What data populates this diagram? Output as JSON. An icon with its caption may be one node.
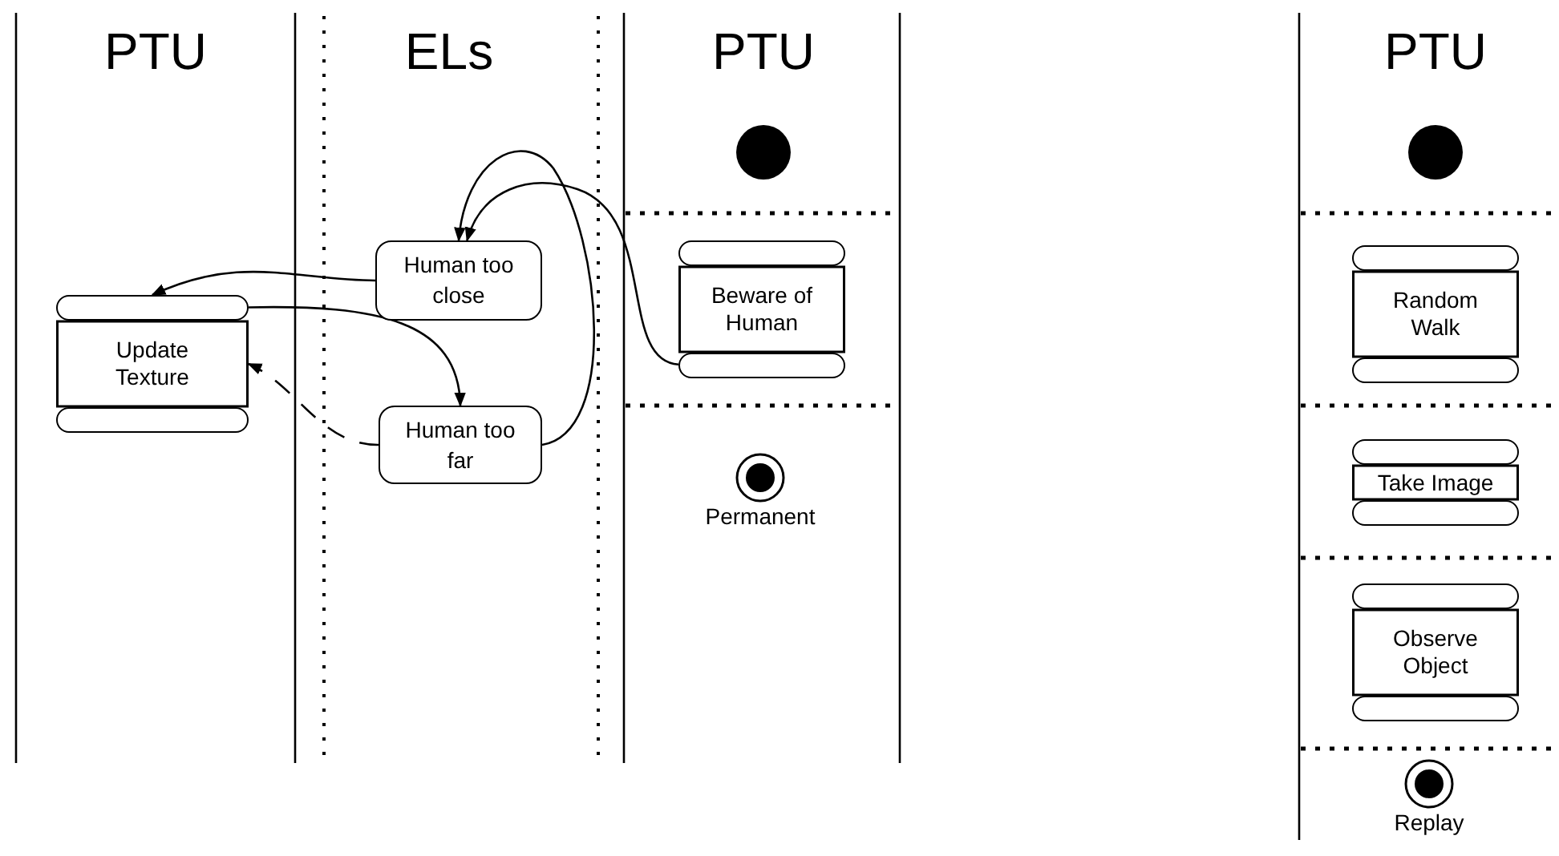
{
  "diagram": {
    "nodes": [
      {
        "text": [
          "Update Texture"
        ]
      },
      {
        "text": [
          "Human too close"
        ]
      },
      {
        "text": [
          "Human too far"
        ]
      },
      {
        "text": [],
        "shape": "circle"
      },
      {
        "text": [
          "Beware of Human"
        ]
      },
      {
        "text": [],
        "shape": "circle",
        "beside": [
          "Permanent"
        ]
      },
      {
        "text": [],
        "shape": "circle"
      },
      {
        "text": [
          "Random Walk"
        ]
      },
      {
        "text": [
          "Take Image"
        ]
      },
      {
        "text": [
          "Observe Object"
        ]
      },
      {
        "text": [],
        "shape": "circle",
        "beside": [
          "Replay"
        ]
      }
    ],
    "edges": [
      {
        "from": 1,
        "to": 0,
        "arrow": "to"
      },
      {
        "from": 0,
        "to": 2,
        "arrow": "to"
      },
      {
        "from": 2,
        "to": 0,
        "arrow": "to",
        "style": "dashed"
      },
      {
        "from": 2,
        "to": 1,
        "arrow": "to"
      },
      {
        "from": 4,
        "to": 1,
        "arrow": "to"
      }
    ],
    "labels": [
      "PTU",
      "ELs",
      "PTU",
      "PTU"
    ]
  }
}
